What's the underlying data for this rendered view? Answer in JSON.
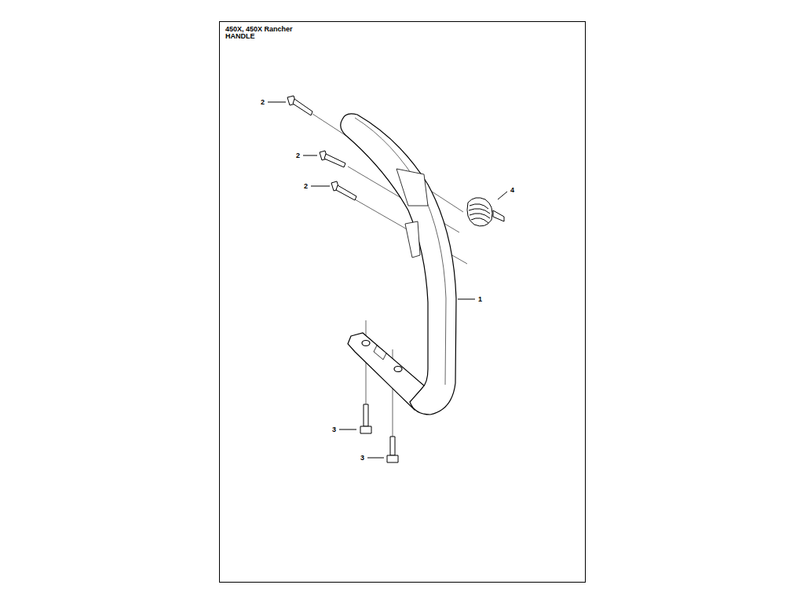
{
  "diagram": {
    "title": "450X, 450X Rancher",
    "labels": [
      "HANDLE",
      "2",
      "2",
      "2",
      "4",
      "1",
      "3",
      "3"
    ]
  }
}
